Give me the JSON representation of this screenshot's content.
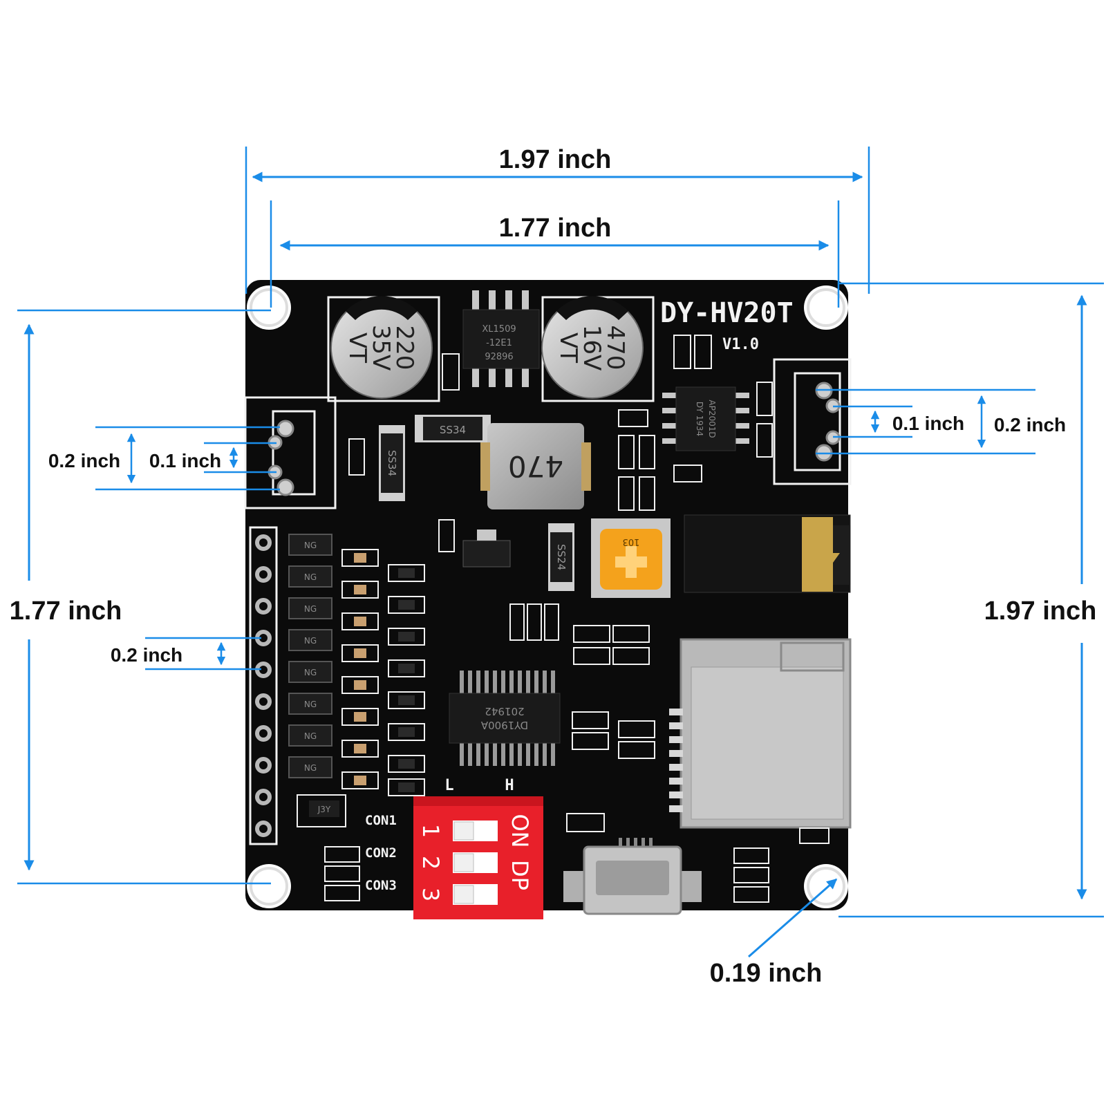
{
  "colors": {
    "dimension": "#1a8ce8",
    "board": "#0b0b0b",
    "silkscreen": "#f2f2f2",
    "dip_switch": "#e8202a",
    "potentiometer": "#f4a21c",
    "metal": "#b9b9b9"
  },
  "dimensions": {
    "overall_width": "1.97 inch",
    "hole_spacing_width": "1.77 inch",
    "overall_height": "1.97 inch",
    "hole_spacing_height": "1.77 inch",
    "left_terminal_span": "0.2 inch",
    "left_terminal_pitch": "0.1 inch",
    "right_terminal_pitch": "0.1 inch",
    "right_terminal_span": "0.2 inch",
    "header_pitch": "0.2 inch",
    "hole_diameter": "0.19 inch"
  },
  "board": {
    "model": "DY-HV20T",
    "version": "V1.0",
    "cap_left": [
      "220",
      "35V",
      "VT"
    ],
    "cap_right": [
      "470",
      "16V",
      "VT"
    ],
    "regulator_chip": [
      "XL1509",
      "-12E1",
      "92896"
    ],
    "inductor": "470",
    "diode_1": "SS34",
    "diode_2": "SS34",
    "diode_3": "SS24",
    "amp_chip": [
      "AP2001D",
      "DY 1934"
    ],
    "pot_marking": "103",
    "main_chip": [
      "DY1900A",
      "201942"
    ],
    "transistor": "J3Y",
    "transistor_label": "NG",
    "dip_l": "L",
    "dip_h": "H",
    "dip_on": "ON",
    "dip_dp": "DP",
    "dip_numbers": [
      "1",
      "2",
      "3"
    ],
    "con_labels": [
      "CON1",
      "CON2",
      "CON3"
    ]
  }
}
